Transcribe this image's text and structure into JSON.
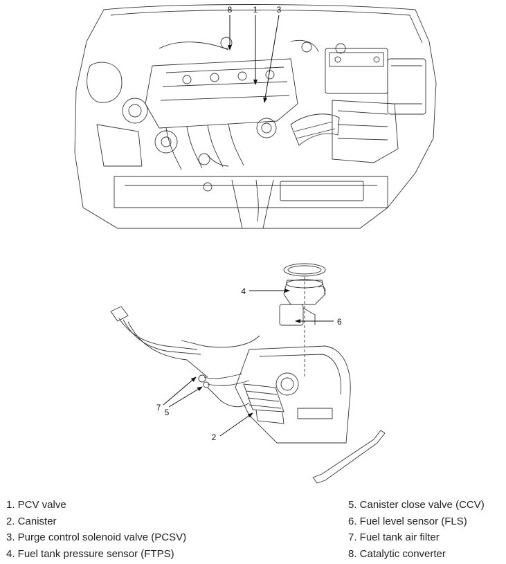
{
  "callouts": [
    "1",
    "2",
    "3",
    "4",
    "5",
    "6",
    "7",
    "8"
  ],
  "legend": {
    "left": [
      "1. PCV valve",
      "2. Canister",
      "3. Purge control solenoid valve (PCSV)",
      "4. Fuel tank pressure sensor (FTPS)"
    ],
    "right": [
      "5. Canister close valve (CCV)",
      "6. Fuel level sensor (FLS)",
      "7. Fuel tank air filter",
      "8. Catalytic converter"
    ]
  }
}
